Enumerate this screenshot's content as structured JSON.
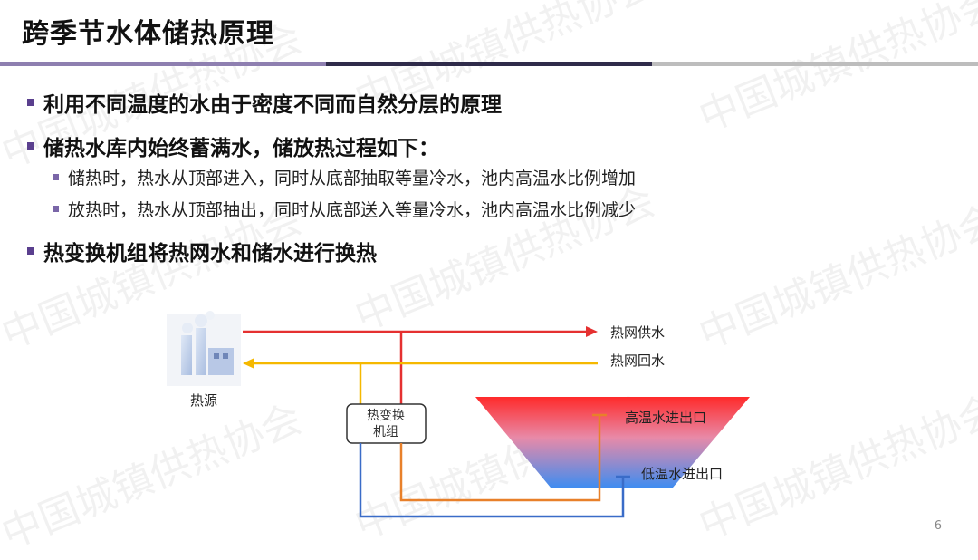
{
  "slide": {
    "title": "跨季节水体储热原理",
    "page_number": "6",
    "watermark": "中国城镇供热协会",
    "accent_colors": {
      "bullet": "#5a3f8e",
      "hot": "#e53030",
      "cold_return": "#f5b800",
      "cold_line": "#3a6cc8",
      "mid_line": "#e8802a"
    }
  },
  "bullets": [
    {
      "text": "利用不同温度的水由于密度不同而自然分层的原理"
    },
    {
      "text": "储热水库内始终蓄满水，储放热过程如下：",
      "sub": [
        "储热时，热水从顶部进入，同时从底部抽取等量冷水，池内高温水比例增加",
        "放热时，热水从顶部抽出，同时从底部送入等量冷水，池内高温水比例减少"
      ]
    },
    {
      "text": "热变换机组将热网水和储水进行换热"
    }
  ],
  "diagram": {
    "heat_source_label": "热源",
    "heat_source_icon": "factory-icon",
    "supply_label": "热网供水",
    "return_label": "热网回水",
    "exchanger_label_line1": "热变换",
    "exchanger_label_line2": "机组",
    "high_temp_port_label": "高温水进出口",
    "low_temp_port_label": "低温水进出口"
  }
}
